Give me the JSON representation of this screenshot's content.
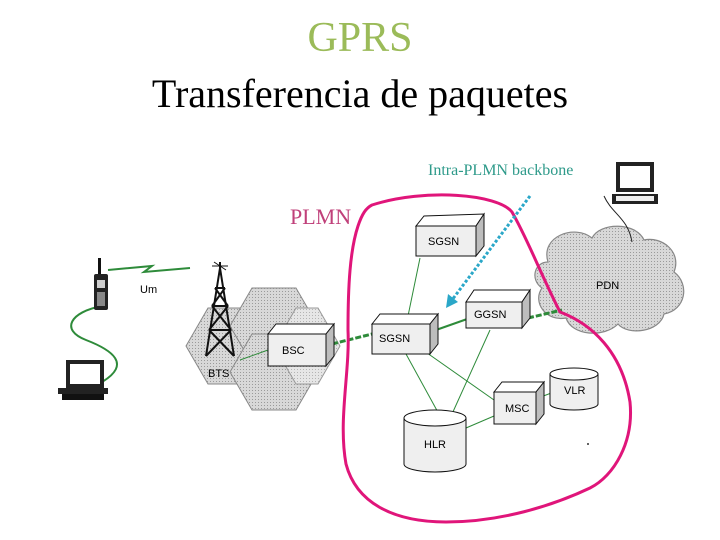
{
  "title": "GPRS",
  "subtitle": "Transferencia de paquetes",
  "labels": {
    "backbone": "Intra-PLMN backbone",
    "plmn": "PLMN",
    "um": "Um",
    "bts": "BTS",
    "bsc": "BSC",
    "sgsn_main": "SGSN",
    "sgsn_backbone": "SGSN",
    "ggsn": "GGSN",
    "pdn": "PDN",
    "vlr": "VLR",
    "msc": "MSC",
    "hlr": "HLR"
  },
  "colors": {
    "title": "#9bbb59",
    "backbone_label": "#2e9a8a",
    "plmn_label": "#c0407a",
    "plmn_boundary": "#e0157a",
    "backbone_arrow": "#2aa7c8",
    "links": "#2e8b3a"
  }
}
